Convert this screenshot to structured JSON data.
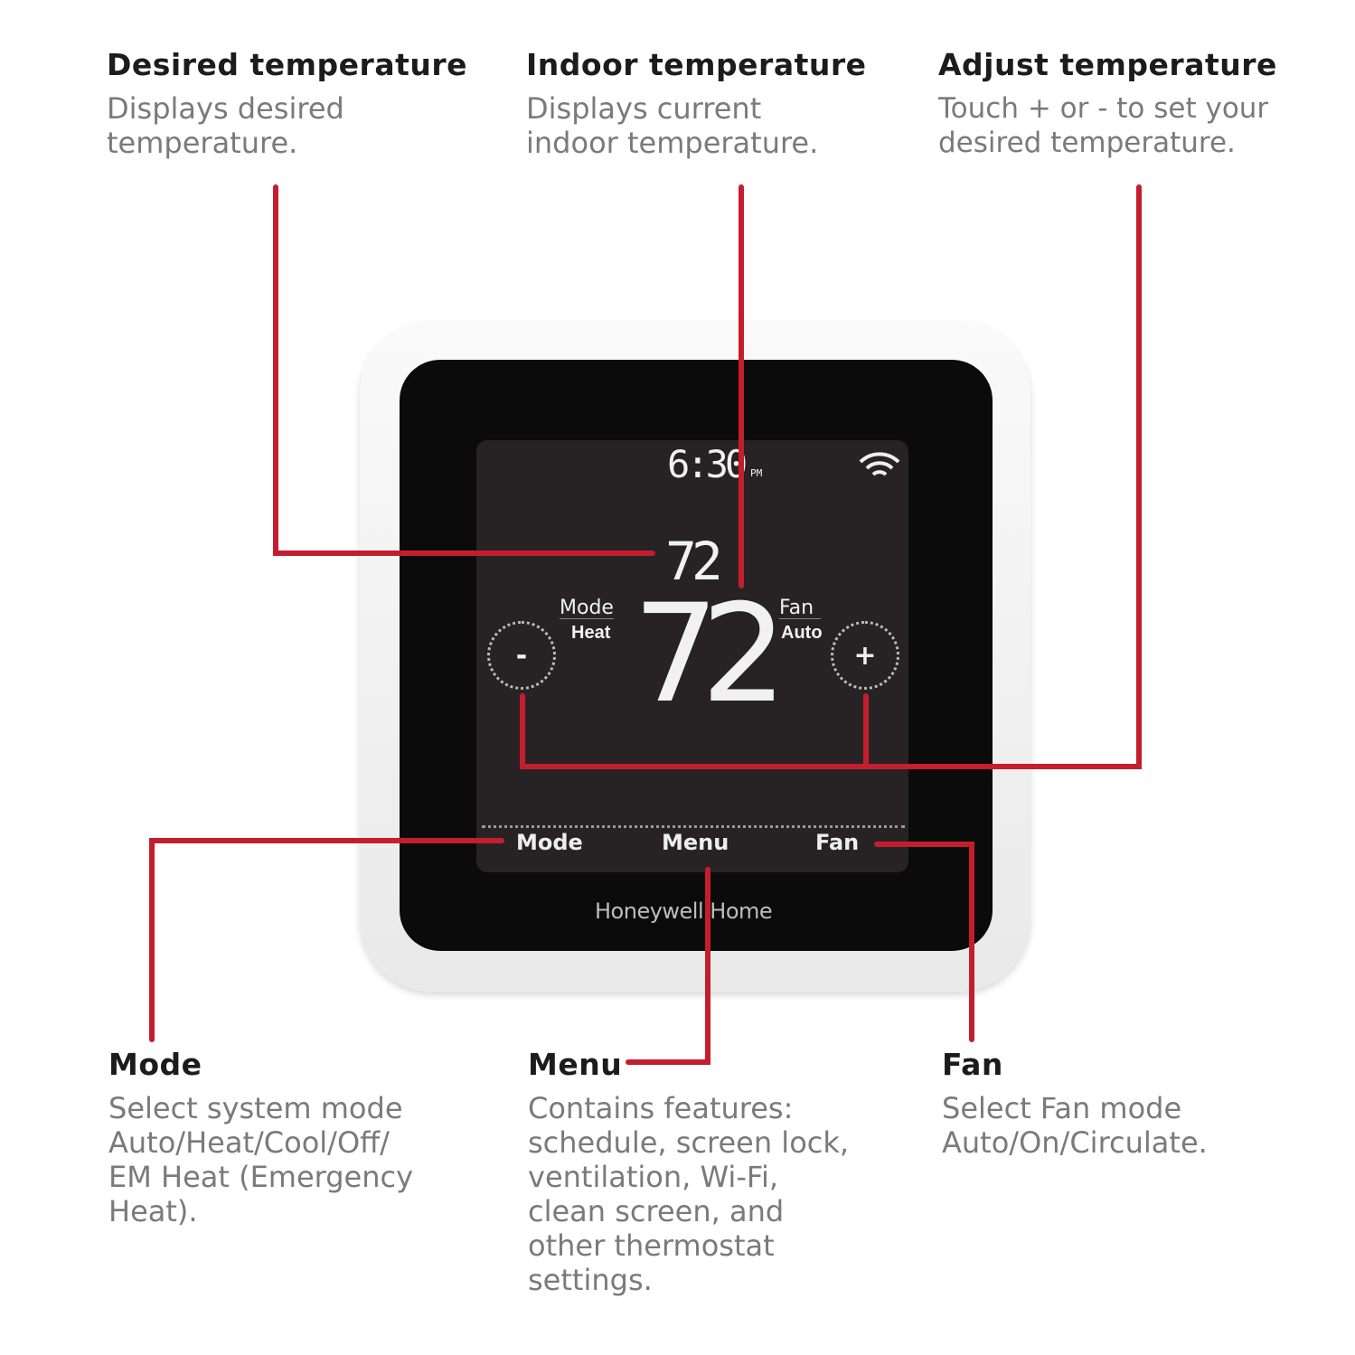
{
  "callouts": {
    "desired": {
      "title": "Desired temperature",
      "text": "Displays desired\ntemperature."
    },
    "indoor": {
      "title": "Indoor temperature",
      "text": "Displays current\nindoor temperature."
    },
    "adjust": {
      "title": "Adjust temperature",
      "text": "Touch + or - to set your\ndesired temperature."
    },
    "mode": {
      "title": "Mode",
      "text": "Select system mode\nAuto/Heat/Cool/Off/\nEM Heat (Emergency\nHeat)."
    },
    "menu": {
      "title": "Menu",
      "text": "Contains features:\nschedule, screen lock,\nventilation, Wi-Fi,\nclean screen, and\nother thermostat\nsettings."
    },
    "fan": {
      "title": "Fan",
      "text": "Select Fan mode\nAuto/On/Circulate."
    }
  },
  "display": {
    "time": "6:30",
    "ampm": "PM",
    "desired_temp": "72",
    "indoor_temp": "72",
    "mode_label": "Mode",
    "mode_value": "Heat",
    "fan_label": "Fan",
    "fan_value": "Auto",
    "minus": "-",
    "plus": "+",
    "soft_mode": "Mode",
    "soft_menu": "Menu",
    "soft_fan": "Fan",
    "brand": "Honeywell Home",
    "wifi_icon": "wifi-icon"
  },
  "colors": {
    "callout_line": "#c41e2e"
  }
}
